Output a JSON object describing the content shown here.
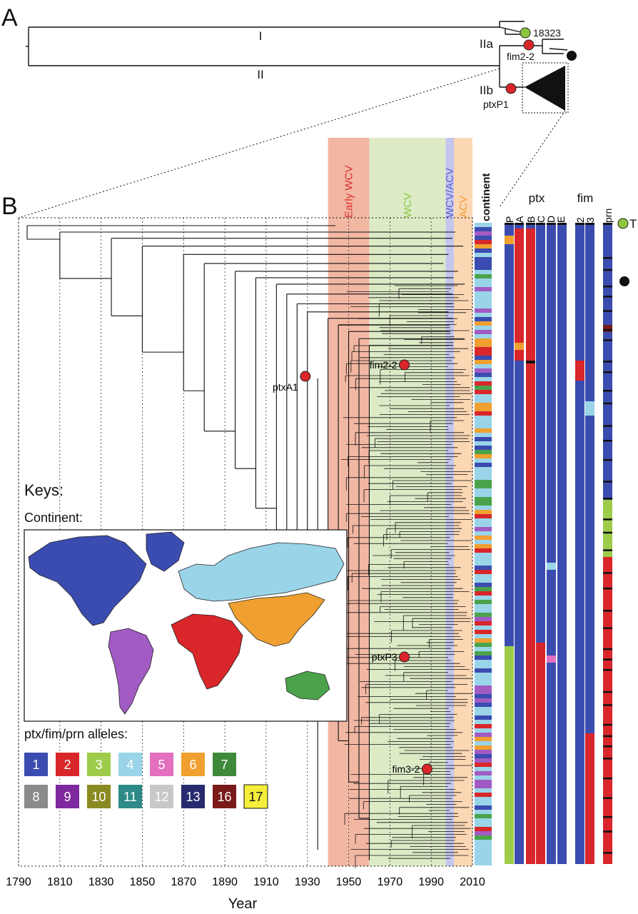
{
  "panels": {
    "a": "A",
    "b": "B"
  },
  "panel_a": {
    "clade_i": "I",
    "clade_ii": "II",
    "clade_iia": "IIa",
    "clade_iib": "IIb",
    "strain": "18323",
    "node_fim": "fim2-2",
    "node_ptx": "ptxP1"
  },
  "eras": [
    {
      "label": "Early WCV",
      "start": 1940,
      "end": 1960,
      "color": "#f2b7a3",
      "text_color": "#d9302a"
    },
    {
      "label": "WCV",
      "start": 1960,
      "end": 1997,
      "color": "#dcebc6",
      "text_color": "#8cc63f"
    },
    {
      "label": "WCV/ACV",
      "start": 1997,
      "end": 2001,
      "color": "#c4c6ee",
      "text_color": "#5a5fd0"
    },
    {
      "label": "ACV",
      "start": 2001,
      "end": 2010,
      "color": "#fbd7b4",
      "text_color": "#f39a2d"
    }
  ],
  "axis": {
    "label": "Year",
    "min": 1790,
    "max": 2010,
    "ticks": [
      "1790",
      "1810",
      "1830",
      "1850",
      "1870",
      "1890",
      "1910",
      "1930",
      "1950",
      "1970",
      "1990",
      "2010"
    ]
  },
  "tree_nodes": [
    {
      "label": "ptxA1",
      "year": 1929
    },
    {
      "label": "fim2-2",
      "year": 1977
    },
    {
      "label": "ptxP3",
      "year": 1977
    },
    {
      "label": "fim3-2",
      "year": 1988
    }
  ],
  "columns": {
    "continent": "continent",
    "ptx_group": "ptx",
    "fim_group": "fim",
    "prn": "prn",
    "ptx_genes": [
      "P",
      "A",
      "B",
      "C",
      "D",
      "E"
    ],
    "fim_genes": [
      "2",
      "3"
    ]
  },
  "markers": {
    "green_label": "T"
  },
  "keys": {
    "title": "Keys:",
    "continent_title": "Continent:",
    "alleles_title": "ptx/fim/prn alleles:",
    "alleles": [
      {
        "label": "1",
        "color": "#3b4cb0"
      },
      {
        "label": "2",
        "color": "#d9262a"
      },
      {
        "label": "3",
        "color": "#9dcc4a"
      },
      {
        "label": "4",
        "color": "#9ad4e8"
      },
      {
        "label": "5",
        "color": "#e36fbf"
      },
      {
        "label": "6",
        "color": "#f0a030"
      },
      {
        "label": "7",
        "color": "#3f8a3a"
      },
      {
        "label": "8",
        "color": "#8a8a8a"
      },
      {
        "label": "9",
        "color": "#7e2a9e"
      },
      {
        "label": "10",
        "color": "#8a8a22"
      },
      {
        "label": "11",
        "color": "#2d8a86"
      },
      {
        "label": "12",
        "color": "#c8c8c8"
      },
      {
        "label": "13",
        "color": "#262a6e"
      },
      {
        "label": "16",
        "color": "#7a1a1a"
      },
      {
        "label": "17",
        "color": "#f5ee3a"
      }
    ]
  },
  "continent_colors": {
    "north_america": "#3b4cb0",
    "south_america": "#a25bc3",
    "europe": "#9ad4e8",
    "africa": "#d9262a",
    "asia": "#f0a030",
    "oceania": "#4aa34a"
  }
}
